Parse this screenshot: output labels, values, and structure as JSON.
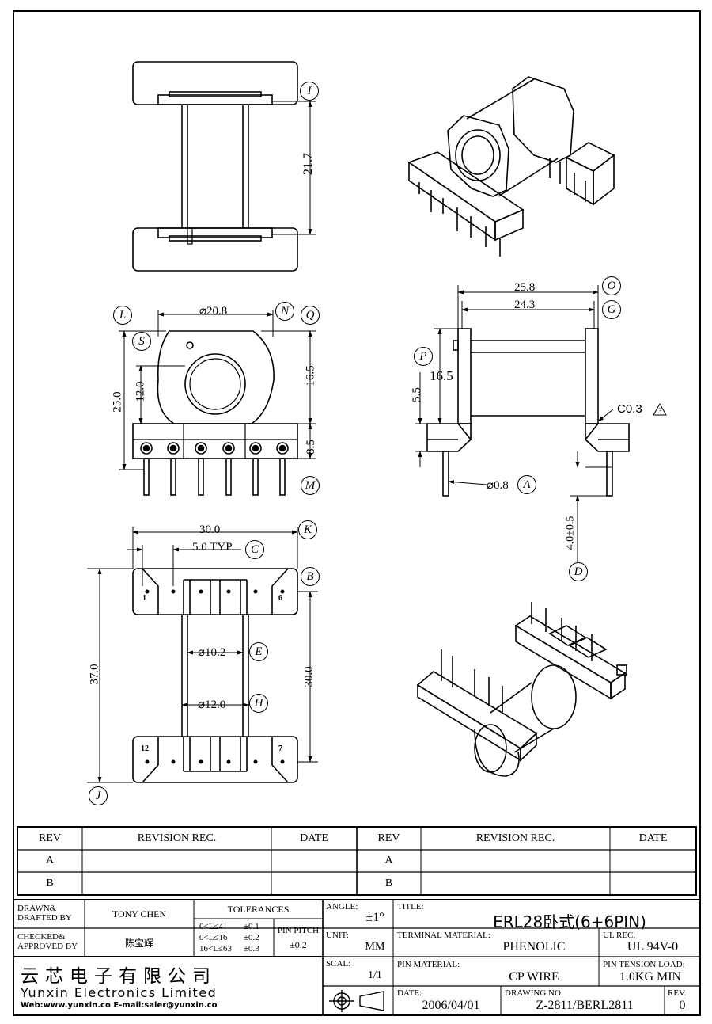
{
  "dims": {
    "d_21_7": "21.7",
    "d_phi20_8": "⌀20.8",
    "d_25_0": "25.0",
    "d_12_0": "12.0",
    "d_16_5a": "16.5",
    "d_8_5": "8.5",
    "d_25_8": "25.8",
    "d_24_3": "24.3",
    "d_16_5b": "16.5",
    "d_5_5": "5.5",
    "d_c03": "C0.3",
    "d_phi0_8": "⌀0.8",
    "d_4_0": "4.0±0.5",
    "d_30_0a": "30.0",
    "d_5typ": "5.0 TYP.",
    "d_37_0": "37.0",
    "d_30_0b": "30.0",
    "d_phi10_2": "⌀10.2",
    "d_phi12_0": "⌀12.0"
  },
  "balloons": [
    "I",
    "L",
    "N",
    "Q",
    "S",
    "P",
    "O",
    "G",
    "M",
    "A",
    "D",
    "K",
    "C",
    "B",
    "E",
    "H",
    "J"
  ],
  "pins": {
    "p1": "1",
    "p6": "6",
    "p12": "12",
    "p7": "7"
  },
  "revision_table": {
    "headers": [
      "REV",
      "REVISION REC.",
      "DATE",
      "REV",
      "REVISION REC.",
      "DATE"
    ],
    "rows": [
      [
        "A",
        "",
        "",
        "A",
        "",
        ""
      ],
      [
        "B",
        "",
        "",
        "B",
        "",
        ""
      ]
    ]
  },
  "title_block": {
    "drawn_label": "DRAWN&\nDRAFTED BY",
    "drawn_value": "TONY CHEN",
    "checked_label": "CHECKED&\nAPPROVED BY",
    "checked_value": "陈宝辉",
    "tolerances_label": "TOLERANCES",
    "tol_rows": [
      [
        "0<L≤4",
        "±0.1"
      ],
      [
        "0<L≤16",
        "±0.2"
      ],
      [
        "16<L≤63",
        "±0.3"
      ]
    ],
    "pin_pitch_label": "PIN PITCH",
    "pin_pitch_value": "±0.2",
    "angle_label": "ANGLE:",
    "angle_value": "±1°",
    "unit_label": "UNIT:",
    "unit_value": "MM",
    "scal_label": "SCAL:",
    "scal_value": "1/1",
    "title_label": "TITLE:",
    "title_value": "ERL28卧式(6+6PIN)",
    "terminal_label": "TERMINAL MATERIAL:",
    "terminal_value": "PHENOLIC",
    "ul_label": "UL REC.",
    "ul_value": "UL 94V-0",
    "pin_mat_label": "PIN MATERIAL:",
    "pin_mat_value": "CP WIRE",
    "pin_tension_label": "PIN TENSION LOAD:",
    "pin_tension_value": "1.0KG MIN",
    "date_label": "DATE:",
    "date_value": "2006/04/01",
    "drawing_no_label": "DRAWING NO.",
    "drawing_no_value": "Z-2811/BERL2811",
    "rev_label": "REV.",
    "rev_value": "0",
    "company_cn": "云芯电子有限公司",
    "company_en": "Yunxin Electronics Limited",
    "web": "Web:www.yunxin.co  E-mail:saler@yunxin.co"
  }
}
